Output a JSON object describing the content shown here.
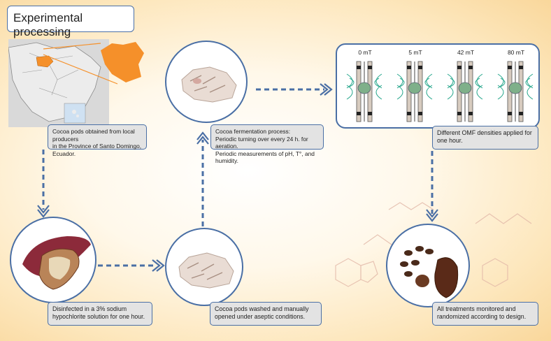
{
  "title": "Experimental processing",
  "steps": {
    "sourcing": {
      "lines": [
        "Cocoa pods obtained from local producers",
        "in the Province of  Santo Domingo, Ecuador."
      ]
    },
    "fermentation": {
      "lines": [
        "Cocoa fermentation process:",
        "Periodic turning over every 24 h. for aeration.",
        "Periodic measurements of pH, T°, and humidity."
      ]
    },
    "omf": {
      "lines": [
        "Different OMF densities applied for",
        "one hour."
      ]
    },
    "disinfection": {
      "lines": [
        "Disinfected in a 3% sodium",
        "hypochlorite solution for one hour."
      ]
    },
    "opening": {
      "lines": [
        "Cocoa pods washed and manually",
        "opened under aseptic conditions."
      ]
    },
    "monitoring": {
      "lines": [
        "All treatments monitored and",
        "randomized according to design."
      ]
    }
  },
  "omf_densities": [
    "0 mT",
    "5 mT",
    "42 mT",
    "80 mT"
  ],
  "colors": {
    "accent": "#4a6fa5",
    "map_highlight": "#f5902a",
    "caption_bg": "#e3e3e3"
  }
}
